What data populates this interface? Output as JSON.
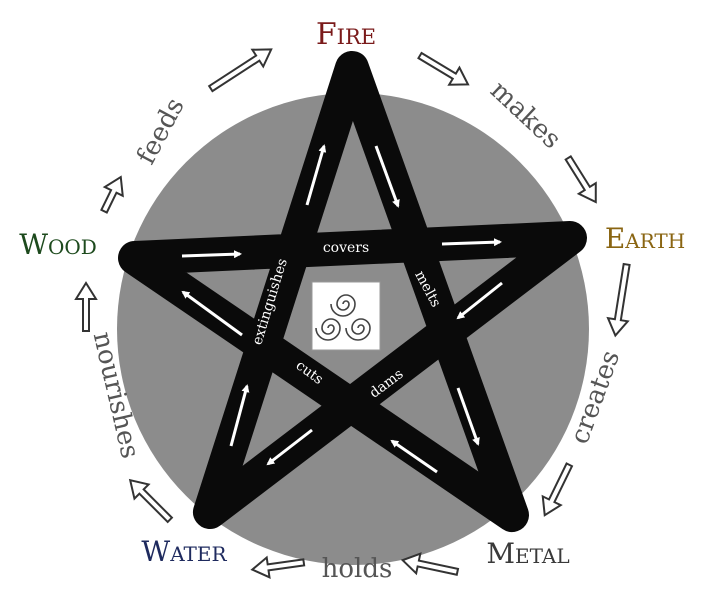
{
  "elements": {
    "fire": {
      "label": "Fire",
      "color": "#7a1a1a"
    },
    "earth": {
      "label": "Earth",
      "color": "#8a6512"
    },
    "metal": {
      "label": "Metal",
      "color": "#3a3a3a"
    },
    "water": {
      "label": "Water",
      "color": "#1e2a5e"
    },
    "wood": {
      "label": "Wood",
      "color": "#1d4a1d"
    }
  },
  "generating": {
    "feeds": "feeds",
    "makes": "makes",
    "creates": "creates",
    "holds": "holds",
    "nourishes": "nourishes"
  },
  "controlling": {
    "covers": "covers",
    "melts": "melts",
    "dams": "dams",
    "cuts": "cuts",
    "extinguishes": "extinguishes"
  },
  "colors": {
    "circle": "#8c8c8c",
    "star": "#0a0a0a",
    "arrow_white": "#ffffff"
  },
  "center_icon": "triskelion-icon"
}
